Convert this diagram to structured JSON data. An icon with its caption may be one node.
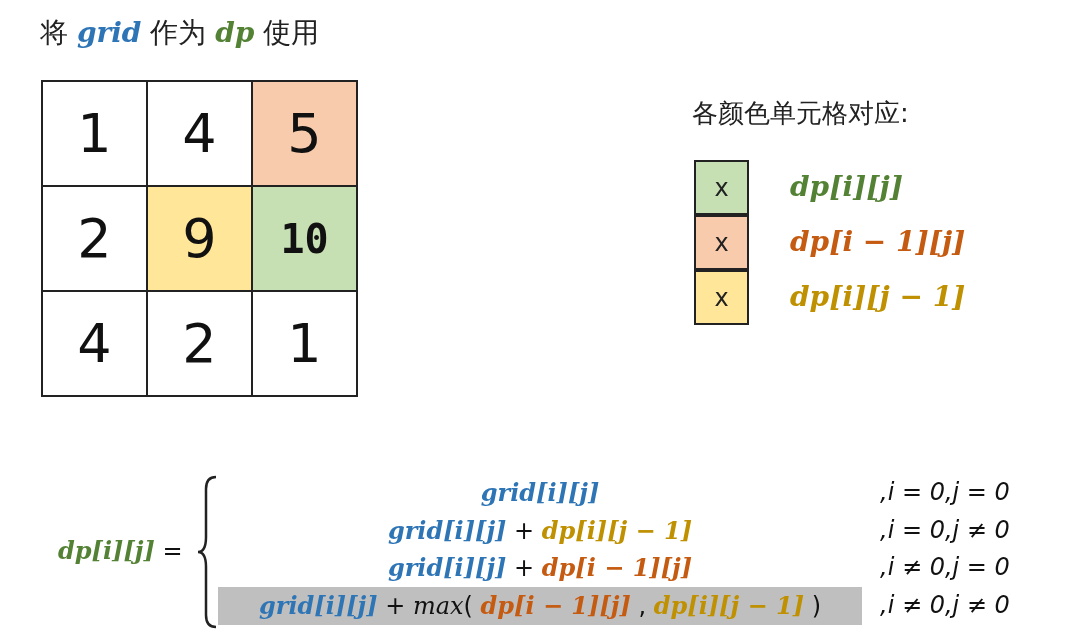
{
  "diagram": {
    "title": "将 *grid* 作为 *dp* 使用",
    "labels": [
      "1",
      "4",
      "5",
      "2",
      "9",
      "10",
      "4",
      "2",
      "1",
      "各颜色单元格对应:",
      "x",
      "x",
      "x",
      "*dp[i][j]* =",
      "*grid[i][j]*",
      ",i = 0,j = 0",
      "*grid[i][j]* + *dp[i][j − 1]*",
      ",i = 0,j ≠ 0",
      "*grid[i][j]* + *dp[i − 1][j]*",
      ",i ≠ 0,j = 0",
      "*grid[i][j]* + *max*( *dp[i − 1][j]* , *dp[i][j − 1]* )",
      ",i ≠ 0,j ≠ 0"
    ],
    "legend": [
      {
        "text": "dp[i][j]",
        "color": "#c6e0b4"
      },
      {
        "text": "dp[i − 1][j]",
        "color": "#f8cbad"
      },
      {
        "text": "dp[i][j − 1]",
        "color": "#ffe699"
      }
    ]
  }
}
